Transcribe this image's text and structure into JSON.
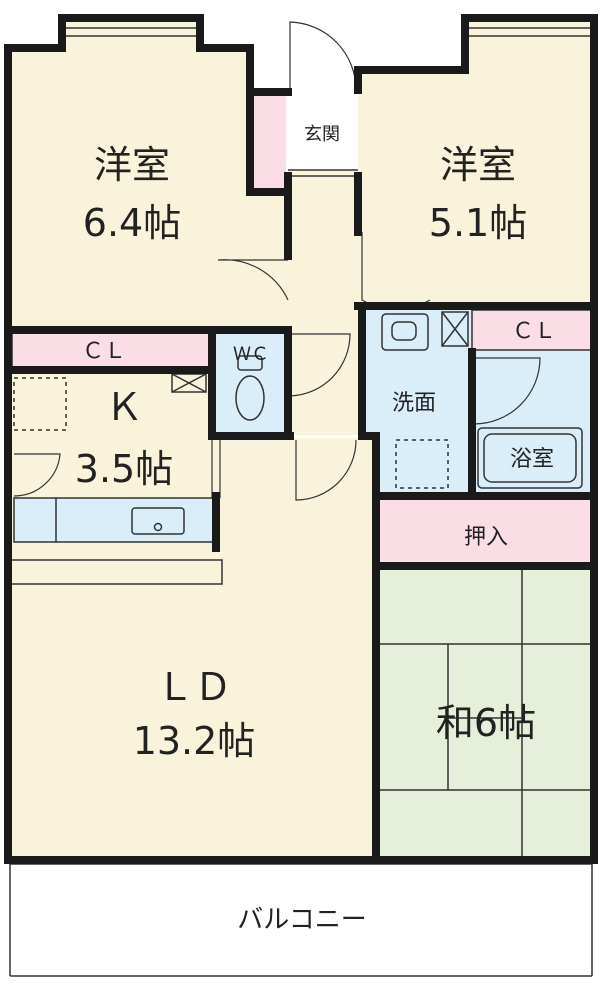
{
  "rooms": {
    "western_a": {
      "name": "洋室",
      "size": "6.4帖"
    },
    "western_b": {
      "name": "洋室",
      "size": "5.1帖"
    },
    "entrance": "玄関",
    "closet_a": "ＣＬ",
    "closet_b": "ＣＬ",
    "wc": "ＷＣ",
    "kitchen": {
      "name": "Ｋ",
      "size": "3.5帖"
    },
    "washroom": "洗面",
    "bath": "浴室",
    "storage": "押入",
    "living": {
      "name": "ＬＤ",
      "size": "13.2帖"
    },
    "japanese": "和6帖",
    "balcony": "バルコニー"
  },
  "colors": {
    "floor": "#faf3dc",
    "closet": "#fbdde6",
    "wet": "#d9eef9",
    "tatami": "#e5efd9",
    "wall": "#1a1a1a"
  }
}
